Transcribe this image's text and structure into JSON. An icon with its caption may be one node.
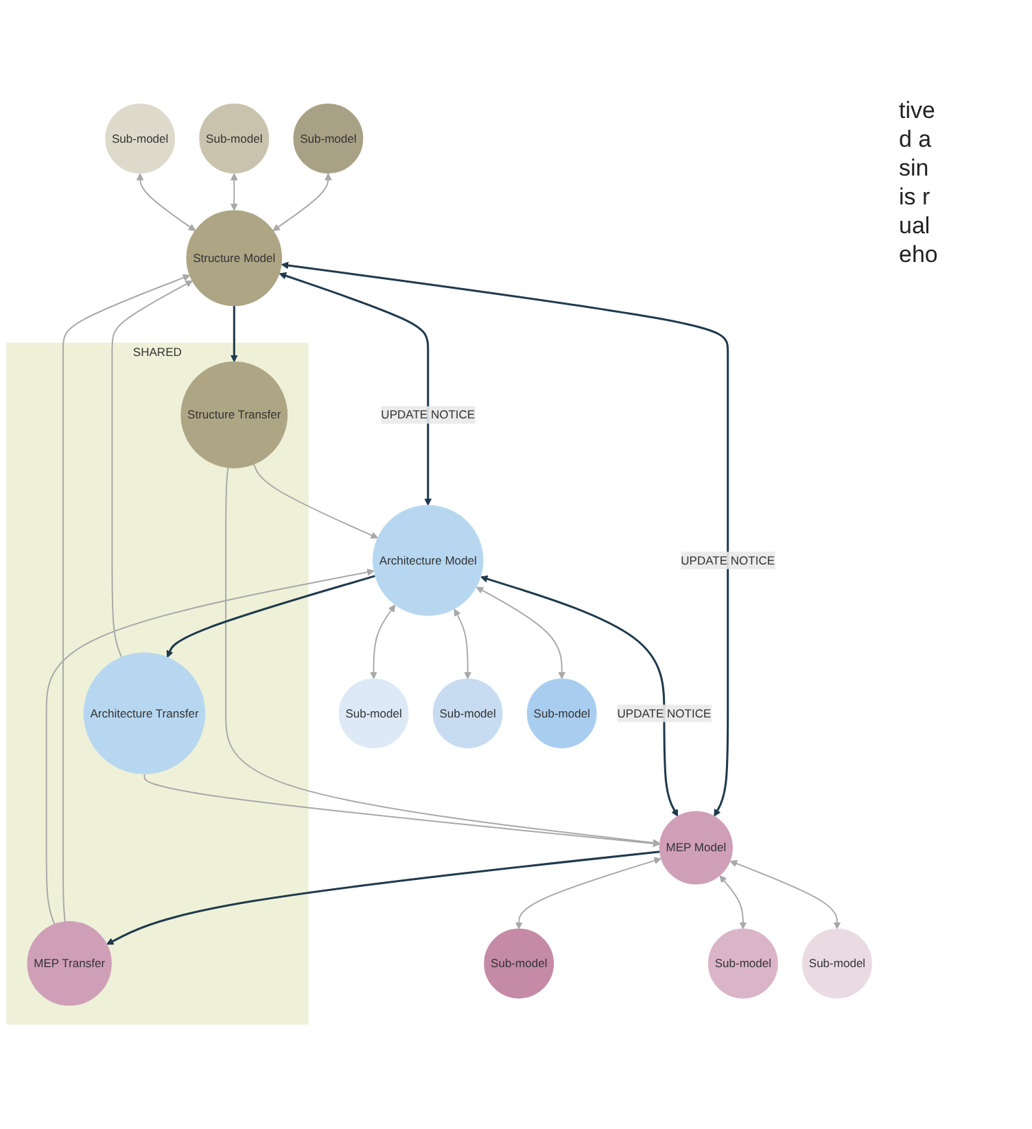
{
  "diagram": {
    "nodes": [
      {
        "text": [
          "Sub-model"
        ]
      },
      {
        "text": [
          "Sub-model"
        ]
      },
      {
        "text": [
          "Sub-model"
        ]
      },
      {
        "text": [
          "Structure Model"
        ]
      },
      {
        "text": [
          "SHARED"
        ]
      },
      {
        "text": [
          "Structure Transfer"
        ],
        "in": 4
      },
      {
        "text": [
          "Architecture Transfer"
        ],
        "in": 4
      },
      {
        "text": [
          "MEP Transfer"
        ],
        "in": 4
      },
      {
        "text": [
          "Architecture Model"
        ]
      },
      {
        "text": [
          "MEP Model"
        ]
      },
      {
        "text": [
          "Sub-model"
        ]
      },
      {
        "text": [
          "Sub-model"
        ]
      },
      {
        "text": [
          "Sub-model"
        ]
      },
      {
        "text": [
          "Sub-model"
        ]
      },
      {
        "text": [
          "Sub-model"
        ]
      },
      {
        "text": [
          "Sub-model"
        ]
      }
    ],
    "edges": [
      {
        "from": 0,
        "to": 3,
        "arrow": "both"
      },
      {
        "from": 1,
        "to": 3,
        "arrow": "both"
      },
      {
        "from": 2,
        "to": 3,
        "arrow": "both"
      },
      {
        "from": 3,
        "to": 5,
        "arrow": "to",
        "color": "#1f3a4d"
      },
      {
        "from": 5,
        "to": 8,
        "arrow": "to"
      },
      {
        "from": 5,
        "to": 9,
        "arrow": "to"
      },
      {
        "from": 6,
        "to": 3,
        "arrow": "to"
      },
      {
        "from": 6,
        "to": 9,
        "arrow": "to"
      },
      {
        "from": 7,
        "to": 3,
        "arrow": "to"
      },
      {
        "from": 7,
        "to": 8,
        "arrow": "to"
      },
      {
        "from": 8,
        "to": 6,
        "arrow": "to",
        "color": "#1f3a4d"
      },
      {
        "from": 9,
        "to": 7,
        "arrow": "to",
        "color": "#1f3a4d"
      },
      {
        "from": 3,
        "to": 8,
        "arrow": "both",
        "label": "UPDATE NOTICE",
        "color": "#1f3a4d"
      },
      {
        "from": 3,
        "to": 9,
        "arrow": "both",
        "label": "UPDATE NOTICE",
        "color": "#1f3a4d"
      },
      {
        "from": 8,
        "to": 9,
        "arrow": "both",
        "label": "UPDATE NOTICE",
        "color": "#1f3a4d"
      },
      {
        "from": 8,
        "to": 10,
        "arrow": "both"
      },
      {
        "from": 8,
        "to": 11,
        "arrow": "both"
      },
      {
        "from": 8,
        "to": 12,
        "arrow": "both"
      },
      {
        "from": 9,
        "to": 13,
        "arrow": "both"
      },
      {
        "from": 9,
        "to": 14,
        "arrow": "both"
      },
      {
        "from": 9,
        "to": 15,
        "arrow": "both"
      }
    ],
    "labels": [
      "tive",
      "d a",
      "sin",
      "is r",
      "ual",
      "eho"
    ]
  }
}
